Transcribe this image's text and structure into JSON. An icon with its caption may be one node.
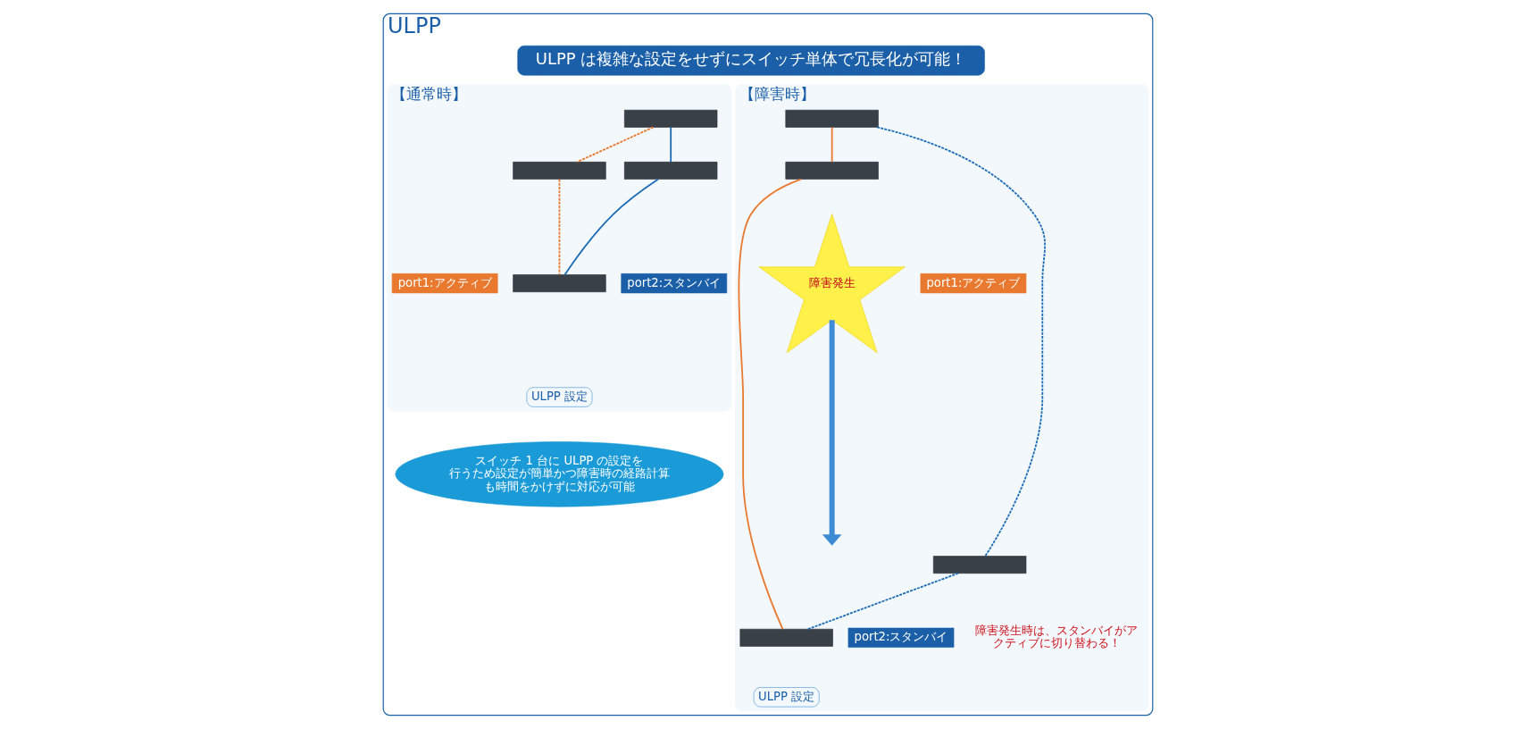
{
  "diagram": {
    "nodes": [
      {
        "text": [
          "ULPP"
        ]
      },
      {
        "text": [
          "ULPP は複雑な設定をせずにスイッチ単体で冗長化が可能！"
        ],
        "in": 0
      },
      {
        "text": [
          "【通常時】"
        ],
        "in": 0
      },
      {
        "text": [],
        "shape": "box",
        "in": 2
      },
      {
        "text": [],
        "shape": "box",
        "in": 2
      },
      {
        "text": [],
        "shape": "box",
        "in": 2
      },
      {
        "text": [],
        "shape": "box",
        "in": 2
      },
      {
        "text": [
          "port1:アクティブ"
        ],
        "in": 2
      },
      {
        "text": [
          "port2:スタンバイ"
        ],
        "in": 2
      },
      {
        "text": [
          "ULPP 設定"
        ],
        "in": 2
      },
      {
        "text": [
          "スイッチ 1 台に ULPP の設定を行うため設定が簡単かつ障害時の経路計算も時間をかけずに対応が可能"
        ],
        "in": 0
      },
      {
        "text": [
          "【障害時】"
        ],
        "in": 0
      },
      {
        "text": [],
        "shape": "box",
        "in": 11
      },
      {
        "text": [],
        "shape": "box",
        "in": 11
      },
      {
        "text": [],
        "shape": "box",
        "in": 11
      },
      {
        "text": [],
        "shape": "box",
        "in": 11
      },
      {
        "text": [
          "障害発生"
        ],
        "in": 11
      },
      {
        "text": [
          "port1:アクティブ"
        ],
        "in": 11
      },
      {
        "text": [
          "port2:スタンバイ"
        ],
        "in": 11
      },
      {
        "text": [
          "ULPP 設定"
        ],
        "in": 11
      }
    ],
    "edges": [
      {
        "from": 3,
        "to": 4,
        "arrow": "none",
        "style": "dashed",
        "color": "#e8792f"
      },
      {
        "from": 3,
        "to": 5,
        "arrow": "none",
        "color": "#1a6bb5"
      },
      {
        "from": 4,
        "to": 6,
        "arrow": "none",
        "style": "dashed",
        "color": "#e8792f"
      },
      {
        "from": 5,
        "to": 6,
        "arrow": "none",
        "color": "#1a6bb5"
      },
      {
        "from": 12,
        "to": 13,
        "arrow": "none",
        "color": "#e8792f"
      },
      {
        "from": 12,
        "to": 14,
        "arrow": "none",
        "style": "dashed",
        "color": "#1a6bb5"
      },
      {
        "from": 13,
        "to": 15,
        "arrow": "none",
        "color": "#e8792f"
      },
      {
        "from": 14,
        "to": 15,
        "arrow": "none",
        "style": "dashed",
        "color": "#1a6bb5"
      },
      {
        "from": 16,
        "to": null,
        "arrow": "to",
        "style": "thick",
        "color": "#3d8bd4"
      }
    ],
    "labels": [
      "障害発生時は、スタンバイがアクティブに切り替わる！"
    ]
  }
}
